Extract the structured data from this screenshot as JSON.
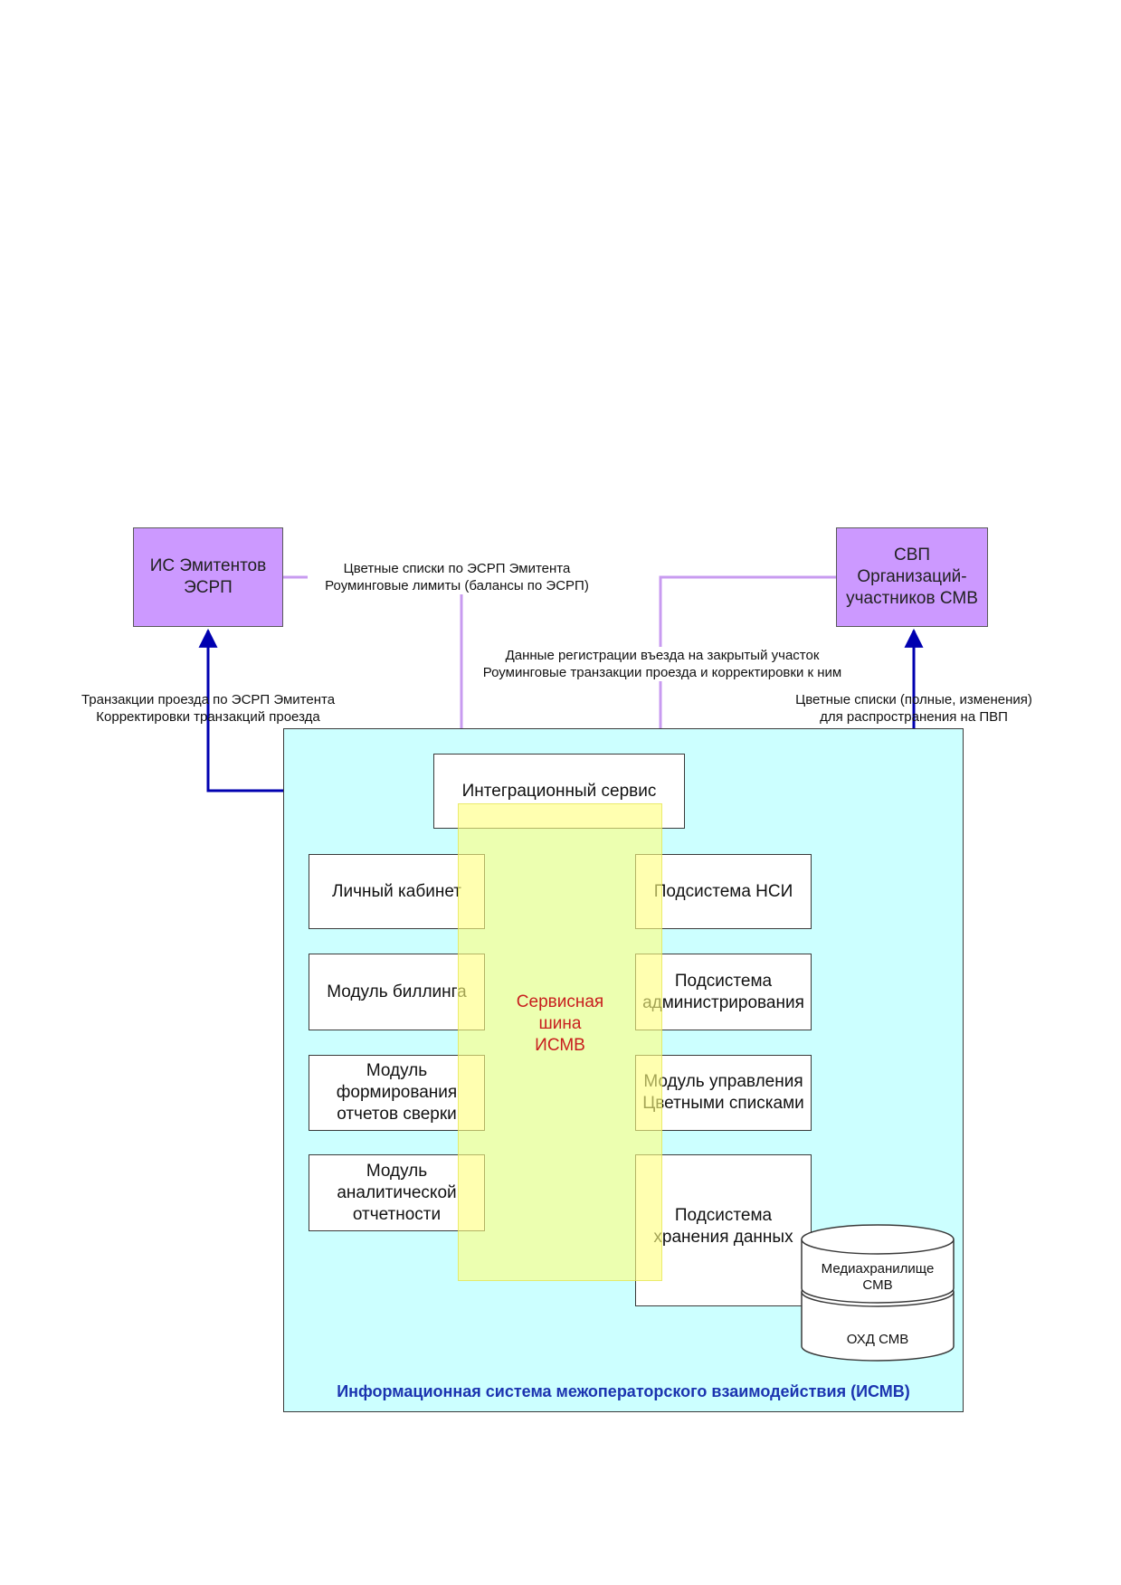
{
  "colors": {
    "external_fill": "#cc99ff",
    "system_fill": "#ccffff",
    "bus_fill": "#ffff80",
    "bus_text": "#c81e1e",
    "title_text": "#1b34b0",
    "arrow_blue": "#0000b0",
    "arrow_violet": "#c89bf0"
  },
  "external": {
    "issuers": "ИС Эмитентов\nЭСРП",
    "svp": "СВП\nОрганизаций-\nучастников СМВ"
  },
  "flows": {
    "issuers_in": "Цветные списки по ЭСРП Эмитента\nРоуминговые лимиты (балансы по ЭСРП)",
    "svp_in": "Данные регистрации въезда на закрытый участок\nРоуминговые транзакции проезда и корректировки к ним",
    "issuers_out": "Транзакции проезда по ЭСРП Эмитента\nКорректировки транзакций проезда",
    "svp_out": "Цветные списки (полные, изменения)\nдля распространения на ПВП"
  },
  "system": {
    "title": "Информационная система межоператорского взаимодействия (ИСМВ)",
    "integration": "Интеграционный сервис",
    "bus": "Сервисная\nшина\nИСМВ",
    "modules_left": [
      "Личный кабинет",
      "Модуль биллинга",
      "Модуль\nформирования\nотчетов сверки",
      "Модуль\nаналитической\nотчетности"
    ],
    "modules_right": [
      "Подсистема НСИ",
      "Подсистема\nадминистрирования",
      "Модуль управления\nЦветными списками",
      "Подсистема\nхранения данных"
    ],
    "storage": {
      "media": "Медиахранилище\nСМВ",
      "ohd": "ОХД СМВ"
    }
  }
}
